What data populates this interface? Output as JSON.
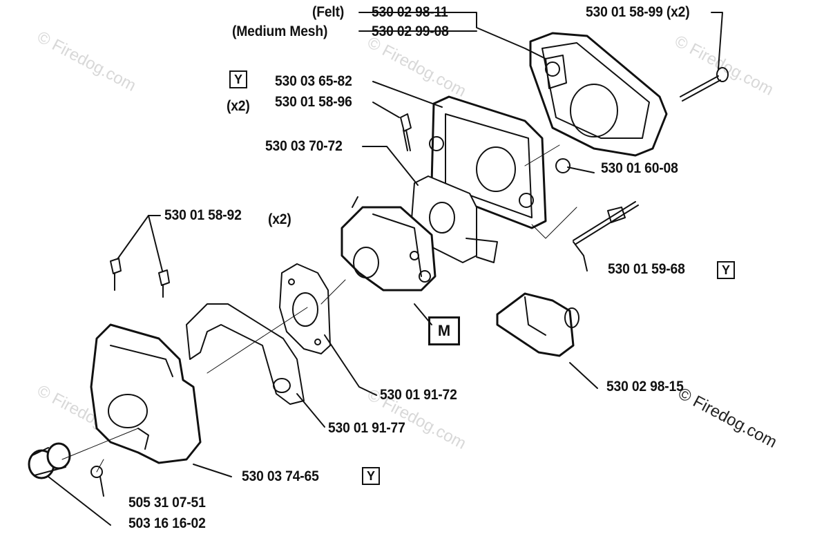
{
  "labels": {
    "felt": "(Felt)",
    "medium_mesh": "(Medium Mesh)",
    "p_530_02_98_11": "530 02 98-11",
    "p_530_02_99_08": "530 02 99-08",
    "p_530_01_58_99": "530 01 58-99 (x2)",
    "p_530_03_65_82": "530 03 65-82",
    "p_530_01_58_96": "530 01 58-96",
    "x2_a": "(x2)",
    "p_530_03_70_72": "530 03 70-72",
    "p_530_01_60_08": "530 01 60-08",
    "p_530_01_58_92": "530 01 58-92",
    "x2_b": "(x2)",
    "p_530_01_59_68": "530 01 59-68",
    "p_530_01_91_72": "530 01 91-72",
    "p_530_02_98_15": "530 02 98-15",
    "p_530_01_91_77": "530 01 91-77",
    "p_530_03_74_65": "530 03 74-65",
    "p_505_31_07_51": "505 31 07-51",
    "p_503_16_16_02": "503 16 16-02"
  },
  "badges": {
    "y1": "Y",
    "y2": "Y",
    "y3": "Y",
    "m": "M"
  },
  "watermark": {
    "text": "© Firedog.com"
  }
}
